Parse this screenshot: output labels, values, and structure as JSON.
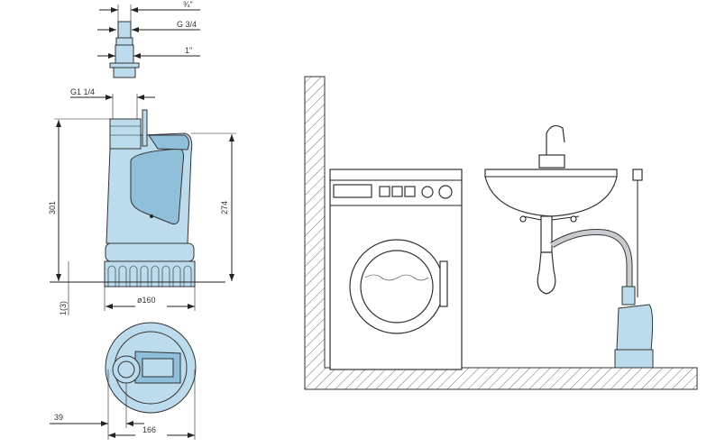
{
  "dimensions": {
    "hose_three_quarter": "¾\"",
    "thread_g34": "G 3/4",
    "hose_one_inch": "1\"",
    "outlet_thread": "G1 1/4",
    "total_height": "301",
    "body_height": "274",
    "min_water_level": "1(3)",
    "base_diameter": "ø160",
    "outlet_offset": "39",
    "overall_width": "166"
  },
  "colors": {
    "pump_blue": "#bcdcee",
    "line": "#222222"
  }
}
